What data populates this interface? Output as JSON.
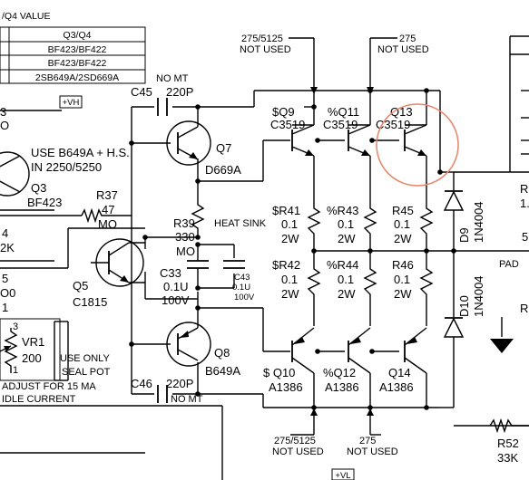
{
  "table": {
    "title": "/Q4 VALUE",
    "header": "Q3/Q4",
    "rows": [
      "BF423/BF422",
      "BF423/BF422",
      "2SB649A/2SD669A"
    ]
  },
  "supplies": {
    "vh": "+VH",
    "vl": "+VL"
  },
  "caps": {
    "c45": {
      "top": "NO MT",
      "ref": "C45",
      "val": "220P"
    },
    "c46": {
      "ref": "C46",
      "val": "220P",
      "note": "NO MT"
    },
    "c33": {
      "ref": "C33",
      "val": "0.1U",
      "volt": "100V"
    },
    "c43": {
      "ref": "C43",
      "val": "0.1U",
      "volt": "100V"
    }
  },
  "transistors": {
    "q3": {
      "ref": "Q3",
      "part": "BF423",
      "note1": "USE B649A + H.S.",
      "note2": "IN  2250/5250"
    },
    "q5": {
      "ref": "Q5",
      "part": "C1815"
    },
    "q7": {
      "ref": "Q7",
      "part": "D669A"
    },
    "q8": {
      "ref": "Q8",
      "part": "B649A"
    },
    "q9": {
      "ref": "$Q9",
      "part": "C3519"
    },
    "q11": {
      "ref": "%Q11",
      "part": "C3519"
    },
    "q13": {
      "ref": "Q13",
      "part": "C3519"
    },
    "q10": {
      "ref": "$ Q10",
      "part": "A1386"
    },
    "q12": {
      "ref": "%Q12",
      "part": "A1386"
    },
    "q14": {
      "ref": "Q14",
      "part": "A1386"
    }
  },
  "resistors": {
    "r37": {
      "ref": "R37",
      "val": "47",
      "unit": "MO"
    },
    "r39": {
      "ref": "R39",
      "val": "330",
      "unit": "MO"
    },
    "r41": {
      "ref": "$R41",
      "val": "0.1",
      "unit": "2W"
    },
    "r43": {
      "ref": "%R43",
      "val": "0.1",
      "unit": "2W"
    },
    "r45": {
      "ref": "R45",
      "val": "0.1",
      "unit": "2W"
    },
    "r42": {
      "ref": "$R42",
      "val": "0.1",
      "unit": "2W"
    },
    "r44": {
      "ref": "%R44",
      "val": "0.1",
      "unit": "2W"
    },
    "r46": {
      "ref": "R46",
      "val": "0.1",
      "unit": "2W"
    },
    "r52": {
      "ref": "R52",
      "val": "33K"
    }
  },
  "diodes": {
    "d9": {
      "ref": "D9",
      "part": "1N4004"
    },
    "d10": {
      "ref": "D10",
      "part": "1N4004"
    }
  },
  "vr1": {
    "ref": "VR1",
    "val": "200",
    "pin1": "1",
    "pin3": "3",
    "note1": "USE ONLY",
    "note2": "SEAL POT",
    "adjust1": "ADJUST FOR 15 MA",
    "adjust2": "IDLE CURRENT"
  },
  "notes": {
    "top_left": {
      "line1": "275/5125",
      "line2": "NOT  USED"
    },
    "top_right": {
      "line1": "275",
      "line2": "NOT  USED"
    },
    "bot_left": {
      "line1": "275/5125",
      "line2": "NOT  USED"
    },
    "bot_right": {
      "line1": "275",
      "line2": "NOT  USED"
    },
    "heat_sink": "HEAT  SINK",
    "pad": "PAD"
  },
  "edge": {
    "left": [
      "3",
      "O",
      "4",
      "2K",
      "5",
      "O0",
      "1"
    ],
    "right": [
      "R",
      "1.",
      "5",
      "R"
    ]
  }
}
